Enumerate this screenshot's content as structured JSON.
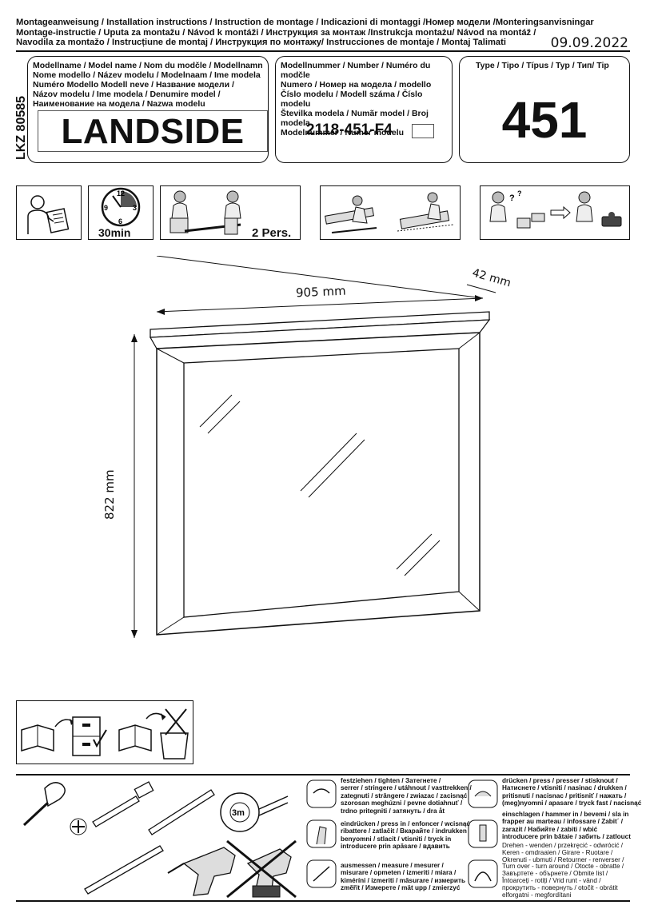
{
  "header": {
    "lines": [
      "Montageanweisung    / Installation instructions / Instruction de montage / Indicazioni di montaggi /Номер модели /Monteringsanvisningar",
      "Montage-instructie / Uputa za montažu / Návod k montáži / Инструкция за монтаж /Instrukcja montażu/ Návod na montáž /",
      "Navodila za montažo / Instrucțiune de montaj / Инструкция по монтажу/ Instrucciones de montaje / Montaj Talimati"
    ],
    "date": "09.09.2022"
  },
  "side_code": "LKZ 80585",
  "model_name_box": {
    "label_lines": [
      "Modellname / Model name / Nom du modčle / Modellnamn",
      "Nome modello / Název modelu / Modelnaam / Ime modela",
      "Numéro Modello Modell neve /  Название модели /",
      "Názov modelu / Ime modela / Denumire model /",
      "Наименование на модела / Nazwa modelu"
    ],
    "value": "LANDSIDE"
  },
  "model_number_box": {
    "label_lines": [
      "Modellnummer / Number / Numéro du modčle",
      "Numero / Номер на модела   / modello",
      "Číslo modelu / Modell száma / Číslo modelu",
      "Številka modela / Numãr model / Broj modela",
      "Modelnummer / Numer modelu"
    ],
    "value": "2118-451-F4"
  },
  "type_box": {
    "label": "Type / Tipo / Típus / Typ / Тип/ Tip",
    "value": "451"
  },
  "info_icons": {
    "time": "30min",
    "persons": "2 Pers.",
    "clock_numbers": [
      "12",
      "3",
      "6",
      "9"
    ]
  },
  "dimensions": {
    "width": "905 mm",
    "depth": "42 mm",
    "height": "822 mm"
  },
  "tools": {
    "tape_label": "3m",
    "legend": [
      {
        "id": "tighten",
        "lines": [
          "festziehen / tighten / Затегнете /",
          "serrer / stringere / utáhnout / vasttrekken /",
          "zategnuti / strângere / zwiazac / zacisnąć",
          "szorosan meghúzni / pevne dotiahnuť /",
          "trdno pritegniti / затянуть / dra åt"
        ]
      },
      {
        "id": "press-in",
        "lines": [
          "eindrücken / press in / enfoncer / wcisnąć",
          "ribattere / zatlačit / Вкарайте / indrukken",
          "benyomni / stlacit / vtisniti / tryck in",
          "introducere prin apăsare / вдавить"
        ]
      },
      {
        "id": "measure",
        "lines": [
          "ausmessen / measure / mesurer /",
          "misurare / opmeten / izmeriti / miara /",
          "kiméríni / izmeriti / măsurare / измерить",
          "změřit / Измерете / mät upp / zmierzyć"
        ]
      },
      {
        "id": "press",
        "lines": [
          "drücken / press / presser / stisknout /",
          "Натиснете / vtisniti / nasinac / drukken /",
          "pritisnuti / nacisnac / pritisniť / нажать /",
          "(meg)nyomni / apasare / tryck fast / nacisnąć"
        ]
      },
      {
        "id": "hammer",
        "lines": [
          "einschlagen / hammer in / bevemi / sla in",
          "frapper au marteau / infossare / Zabit´ /",
          "zarazit / Набийте / zabiti / wbić",
          "introducere prin bătaie / забить / zatlouct"
        ]
      },
      {
        "id": "turn",
        "lines": [
          "Drehen - wenden / przekręcić - odwrócić /",
          "Keren - omdraaien / Girare - Ruotare /",
          "Okrenuti - ubmuti / Retourner - renverser /",
          "Turn over - turn around / Otocte - obratte /",
          "Завъртете - обърнете / Obmite list /",
          "Întoarceți - rotiți / Vrid runt - vänd /",
          "прокрутить - повернуть / otočit - obrátit",
          "elforgatni - megfordítani"
        ]
      }
    ]
  }
}
